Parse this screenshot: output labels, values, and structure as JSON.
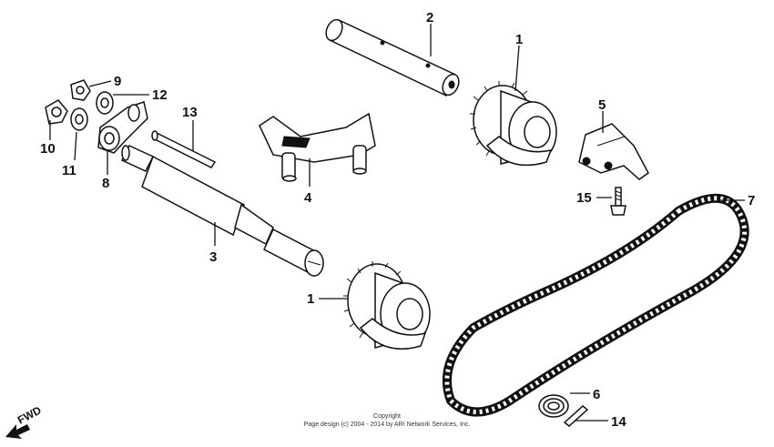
{
  "callouts": {
    "c1a": "1",
    "c1b": "1",
    "c2": "2",
    "c3": "3",
    "c4": "4",
    "c5": "5",
    "c6": "6",
    "c7": "7",
    "c8": "8",
    "c9": "9",
    "c10": "10",
    "c11": "11",
    "c12": "12",
    "c13": "13",
    "c14": "14",
    "c15": "15"
  },
  "fwd_label": "FWD",
  "copyright": {
    "line1": "Copyright",
    "line2": "Page design (c) 2004 - 2014 by ARI Network Services, Inc."
  }
}
